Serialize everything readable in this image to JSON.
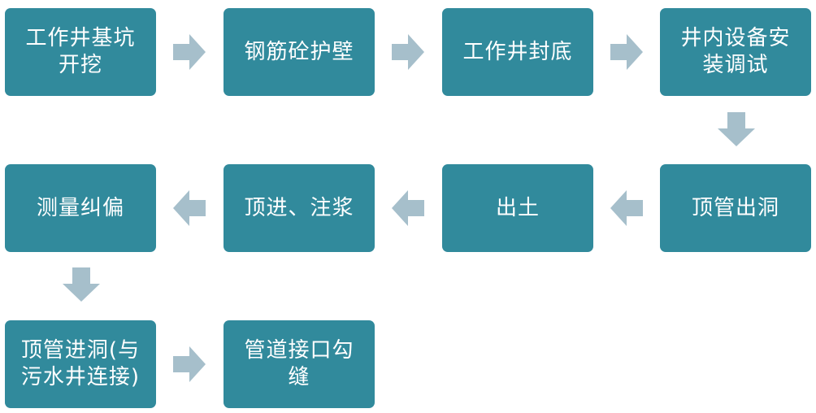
{
  "colors": {
    "box": "#318A9C",
    "arrow": "#A6BFCB"
  },
  "steps": [
    {
      "id": "s1",
      "label": "工作井基坑\n开挖"
    },
    {
      "id": "s2",
      "label": "钢筋砼护壁"
    },
    {
      "id": "s3",
      "label": "工作井封底"
    },
    {
      "id": "s4",
      "label": "井内设备安\n装调试"
    },
    {
      "id": "s5",
      "label": "顶管出洞"
    },
    {
      "id": "s6",
      "label": "出土"
    },
    {
      "id": "s7",
      "label": "顶进、注浆"
    },
    {
      "id": "s8",
      "label": "测量纠偏"
    },
    {
      "id": "s9",
      "label": "顶管进洞(与\n污水井连接)"
    },
    {
      "id": "s10",
      "label": "管道接口勾\n缝"
    }
  ],
  "arrows": [
    {
      "from": "s1",
      "to": "s2",
      "direction": "right"
    },
    {
      "from": "s2",
      "to": "s3",
      "direction": "right"
    },
    {
      "from": "s3",
      "to": "s4",
      "direction": "right"
    },
    {
      "from": "s4",
      "to": "s5",
      "direction": "down"
    },
    {
      "from": "s5",
      "to": "s6",
      "direction": "left"
    },
    {
      "from": "s6",
      "to": "s7",
      "direction": "left"
    },
    {
      "from": "s7",
      "to": "s8",
      "direction": "left"
    },
    {
      "from": "s8",
      "to": "s9",
      "direction": "down"
    },
    {
      "from": "s9",
      "to": "s10",
      "direction": "right"
    }
  ]
}
